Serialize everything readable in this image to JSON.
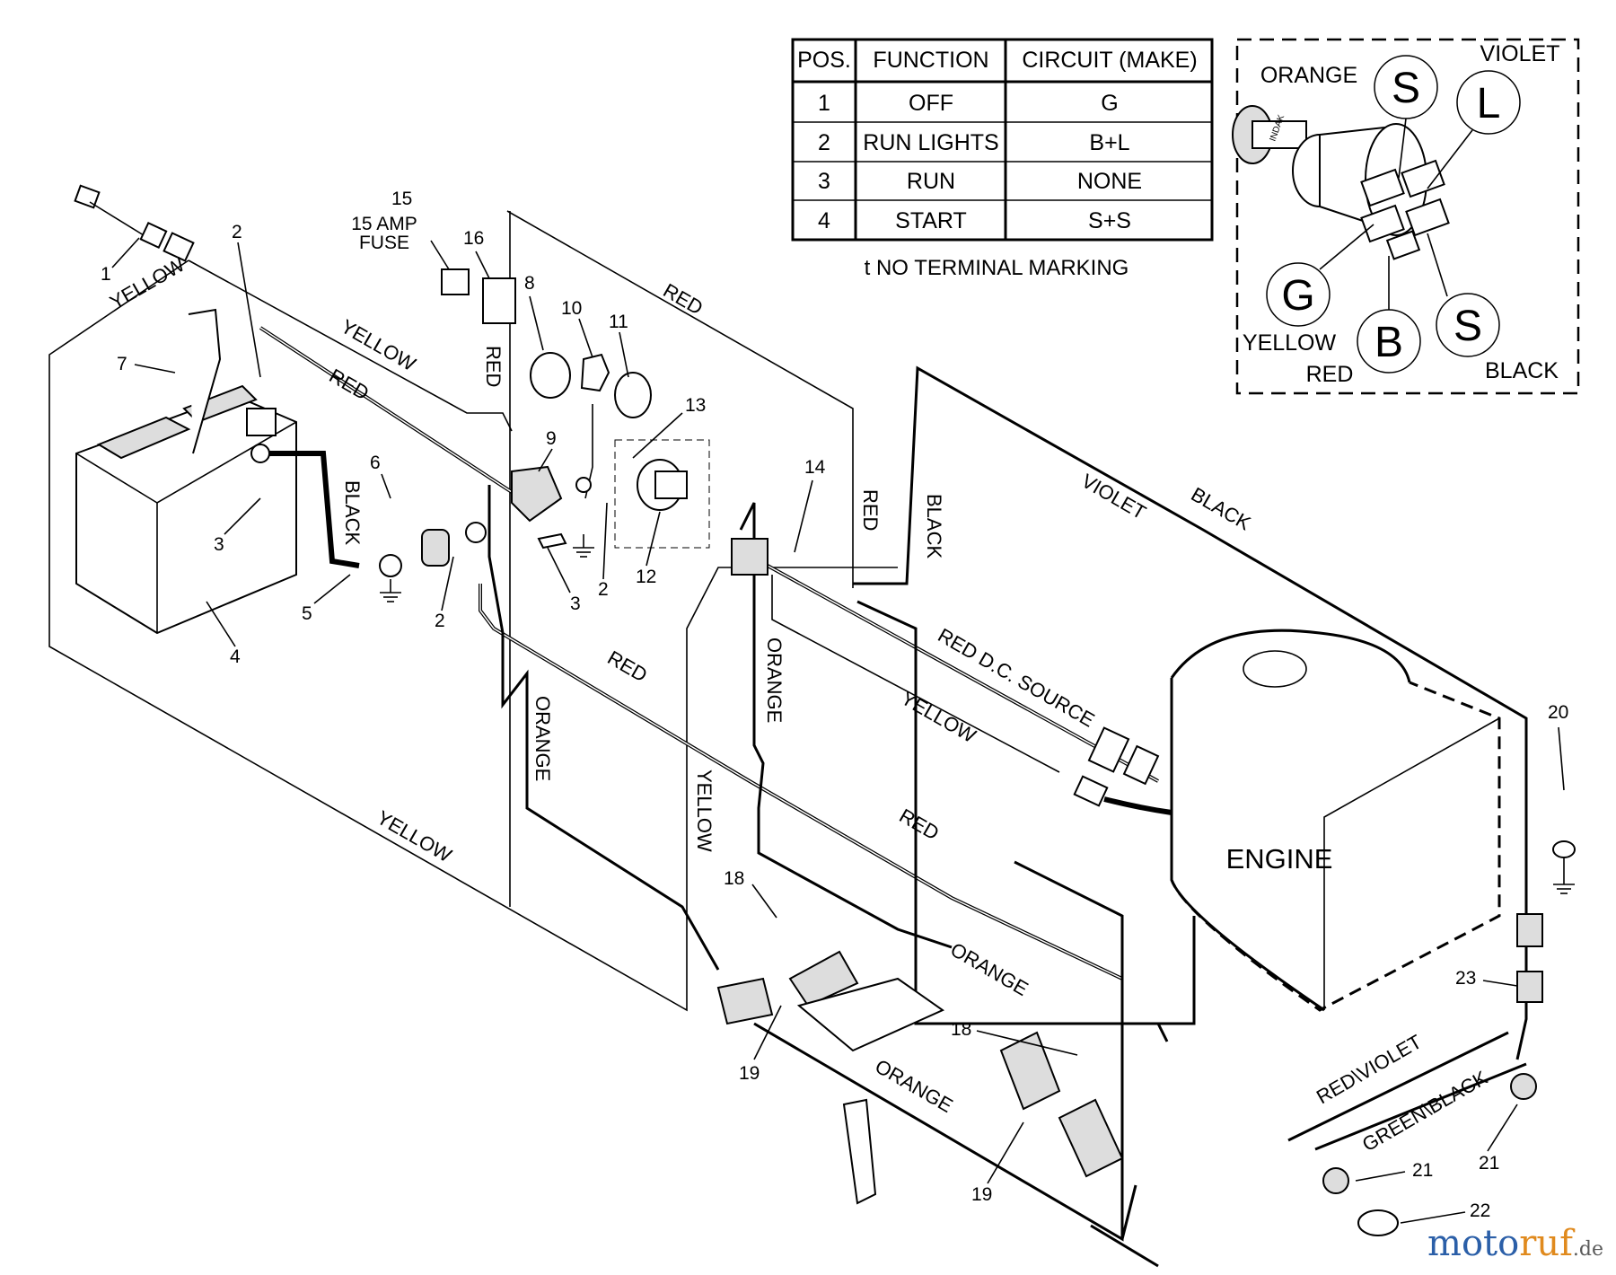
{
  "table": {
    "headers": [
      "POS.",
      "FUNCTION",
      "CIRCUIT (MAKE)"
    ],
    "rows": [
      [
        "1",
        "OFF",
        "G"
      ],
      [
        "2",
        "RUN LIGHTS",
        "B+L"
      ],
      [
        "3",
        "RUN",
        "NONE"
      ],
      [
        "4",
        "START",
        "S+S"
      ]
    ],
    "note": "t NO TERMINAL MARKING"
  },
  "switch_inset": {
    "terminals": [
      "S",
      "L",
      "G",
      "B",
      "S"
    ],
    "wire_labels": [
      "ORANGE",
      "VIOLET",
      "YELLOW",
      "RED",
      "BLACK"
    ],
    "key_text": "INDAK"
  },
  "engine_label": "ENGINE",
  "fuse_label": [
    "15 AMP",
    "FUSE"
  ],
  "wire_labels": {
    "yellow": "YELLOW",
    "red": "RED",
    "black": "BLACK",
    "orange": "ORANGE",
    "violet": "VIOLET",
    "red_dc": "RED  D.C. SOURCE",
    "red_violet": "RED\\VIOLET",
    "green_black": "GREEN\\BLACK"
  },
  "callouts": [
    "1",
    "2",
    "3",
    "4",
    "5",
    "6",
    "7",
    "8",
    "9",
    "10",
    "11",
    "12",
    "13",
    "14",
    "15",
    "16",
    "18",
    "19",
    "20",
    "21",
    "22",
    "23"
  ],
  "watermark": {
    "part1": "moto",
    "part2": "ruf",
    "suffix": ".de"
  },
  "colors": {
    "line": "#000000",
    "background": "#ffffff",
    "wm_blue": "#2b5fa8",
    "wm_orange": "#e08a1e"
  }
}
